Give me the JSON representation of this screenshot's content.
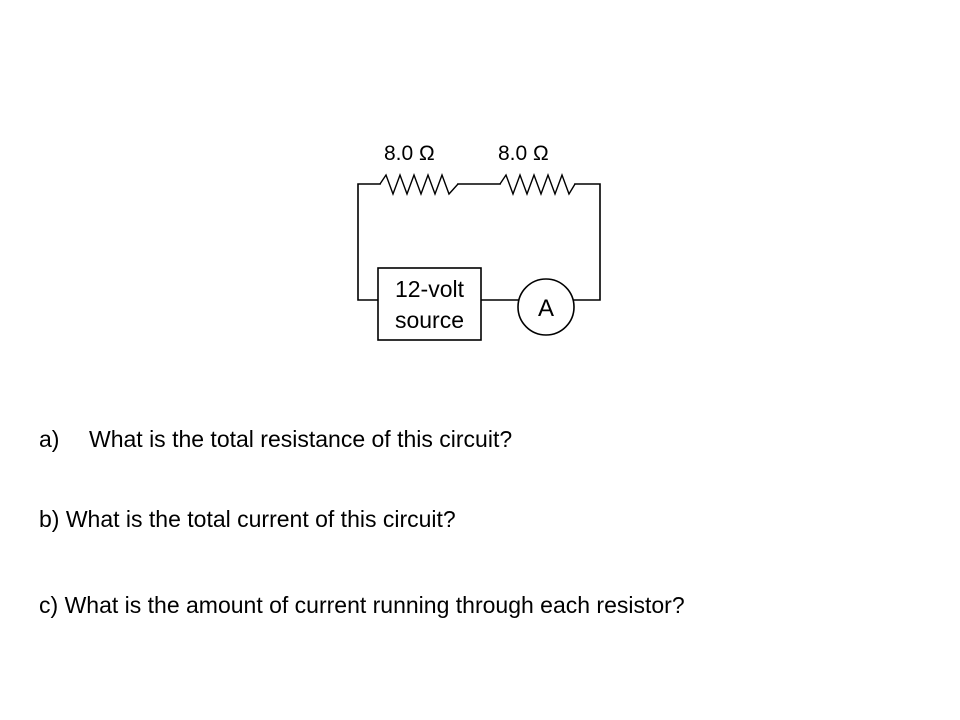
{
  "diagram": {
    "resistor_1": {
      "label": "8.0 Ω"
    },
    "resistor_2": {
      "label": "8.0 Ω"
    },
    "source": {
      "line1": "12-volt",
      "line2": "source"
    },
    "ammeter": {
      "label": "A"
    }
  },
  "questions": [
    {
      "letter": "a)",
      "text": "What is the total resistance of this circuit?"
    },
    {
      "letter": "b)",
      "text": "What is the total current of this circuit?"
    },
    {
      "letter": "c)",
      "text": "What is the amount of current running through each resistor?"
    }
  ]
}
